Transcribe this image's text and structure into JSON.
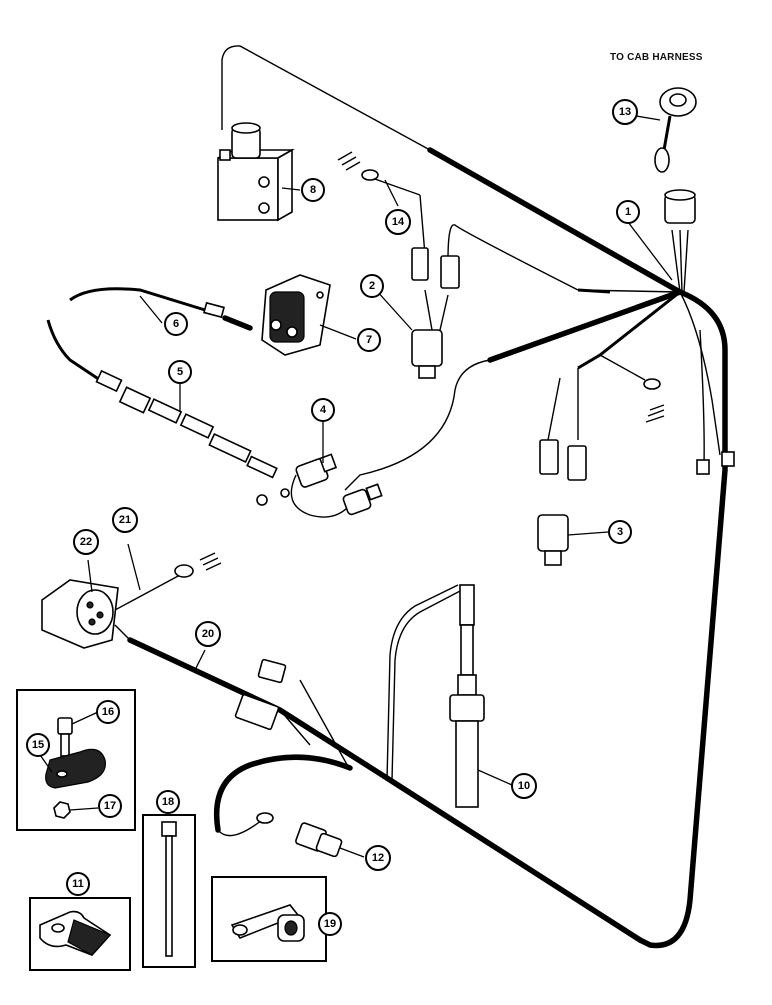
{
  "header": {
    "to_cab_harness": "TO CAB HARNESS"
  },
  "callouts": {
    "c1": "1",
    "c2": "2",
    "c3": "3",
    "c4": "4",
    "c5": "5",
    "c6": "6",
    "c7": "7",
    "c8": "8",
    "c10": "10",
    "c11": "11",
    "c12": "12",
    "c13": "13",
    "c14": "14",
    "c15": "15",
    "c16": "16",
    "c17": "17",
    "c18": "18",
    "c19": "19",
    "c20": "20",
    "c21": "21",
    "c22": "22"
  }
}
